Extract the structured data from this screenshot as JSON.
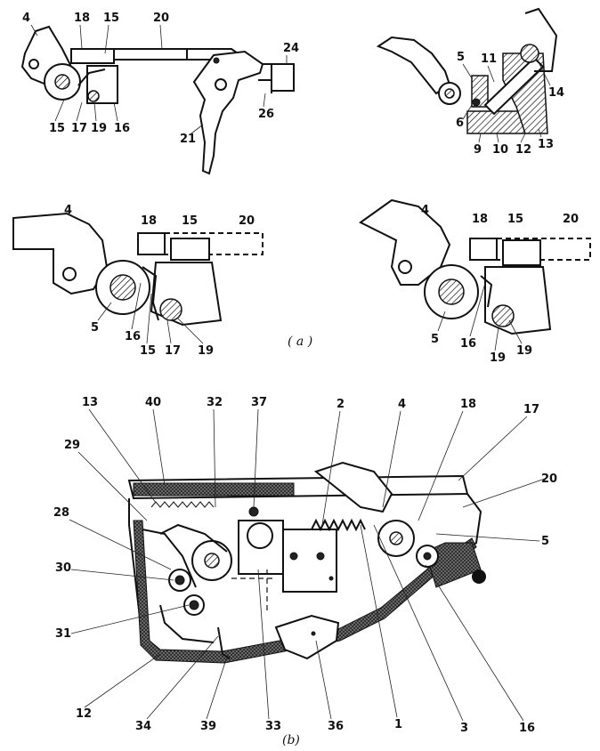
{
  "diagram": {
    "captions": {
      "a": "( a )",
      "b": "(b)"
    },
    "top_left_labels": {
      "p4": "4",
      "p18": "18",
      "p15": "15",
      "p20": "20",
      "p24": "24",
      "p26": "26",
      "p21": "21",
      "p15b": "15",
      "p17": "17",
      "p19": "19",
      "p16": "16"
    },
    "top_right_labels": {
      "p5": "5",
      "p11": "11",
      "p14": "14",
      "p6": "6",
      "p9": "9",
      "p10": "10",
      "p12": "12",
      "p13": "13"
    },
    "mid_left_labels": {
      "p4": "4",
      "p18": "18",
      "p15": "15",
      "p20": "20",
      "p5": "5",
      "p16": "16",
      "p15b": "15",
      "p17": "17",
      "p19": "19"
    },
    "mid_right_labels": {
      "p4": "4",
      "p18": "18",
      "p15": "15",
      "p20": "20",
      "p5": "5",
      "p16": "16",
      "p19a": "19",
      "p19b": "19"
    },
    "bottom_labels": {
      "p13": "13",
      "p40": "40",
      "p32": "32",
      "p37": "37",
      "p2": "2",
      "p4": "4",
      "p18": "18",
      "p17": "17",
      "p29": "29",
      "p20": "20",
      "p28": "28",
      "p5": "5",
      "p30": "30",
      "p31": "31",
      "p12": "12",
      "p34": "34",
      "p39": "39",
      "p33": "33",
      "p36": "36",
      "p1": "1",
      "p3": "3",
      "p16": "16"
    }
  }
}
